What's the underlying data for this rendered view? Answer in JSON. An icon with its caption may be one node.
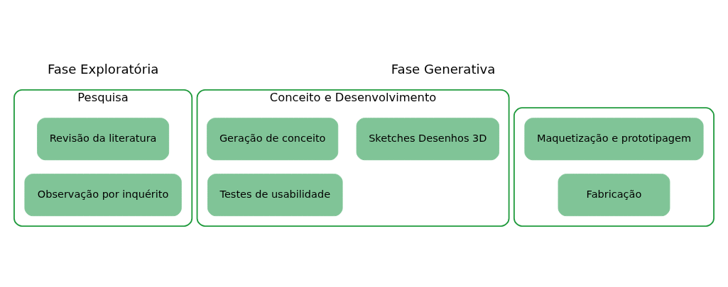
{
  "diagram": {
    "nodes": [
      {
        "text": [
          "Pesquisa"
        ]
      },
      {
        "text": [
          "Revisão da literatura"
        ],
        "in": 0
      },
      {
        "text": [
          "Observação por inquérito"
        ],
        "in": 0
      },
      {
        "text": [
          "Conceito e Desenvolvimento"
        ]
      },
      {
        "text": [
          "Geração de conceito"
        ],
        "in": 3
      },
      {
        "text": [
          "Testes de usabilidade"
        ],
        "in": 3
      },
      {
        "text": [
          "Sketches Desenhos 3D"
        ],
        "in": 3
      },
      {
        "text": [],
        "shape": "box"
      },
      {
        "text": [
          "Maquetização e prototipagem"
        ],
        "in": 7
      },
      {
        "text": [
          "Fabricação"
        ],
        "in": 7
      }
    ],
    "edges": [],
    "labels": [
      "Fase Exploratória",
      "Fase Generativa"
    ]
  }
}
